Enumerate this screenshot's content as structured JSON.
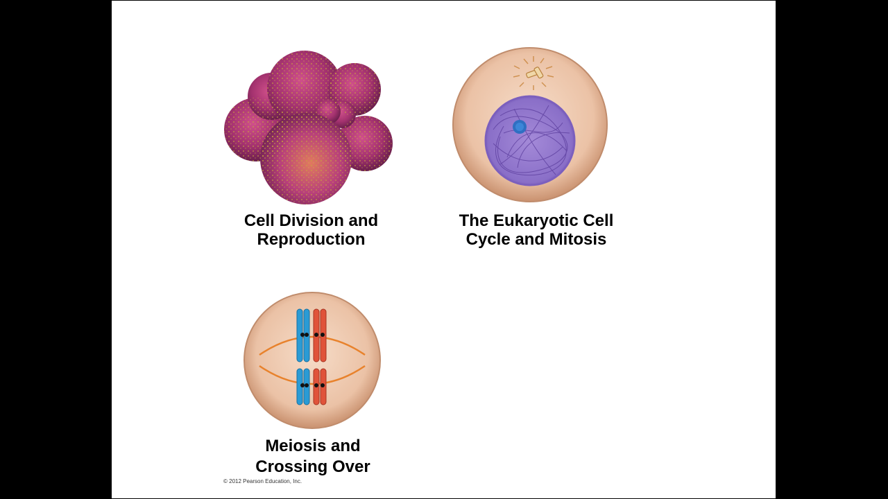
{
  "topics": [
    {
      "line1": "Cell Division and",
      "line2": "Reproduction"
    },
    {
      "line1": "The Eukaryotic Cell",
      "line2": "Cycle and Mitosis"
    },
    {
      "line1": "Meiosis and",
      "line2": "Crossing Over"
    }
  ],
  "footer": {
    "copyright": "© 2012 Pearson Education, Inc."
  },
  "colors": {
    "background": "#000000",
    "slide": "#ffffff",
    "cell": "#e9c0a4",
    "embryo": "#a8377a",
    "chromosome_blue": "#2a9bd5",
    "chromosome_red": "#e0533a",
    "spindle": "#e8822c",
    "nucleus": "#8a6fc8"
  }
}
